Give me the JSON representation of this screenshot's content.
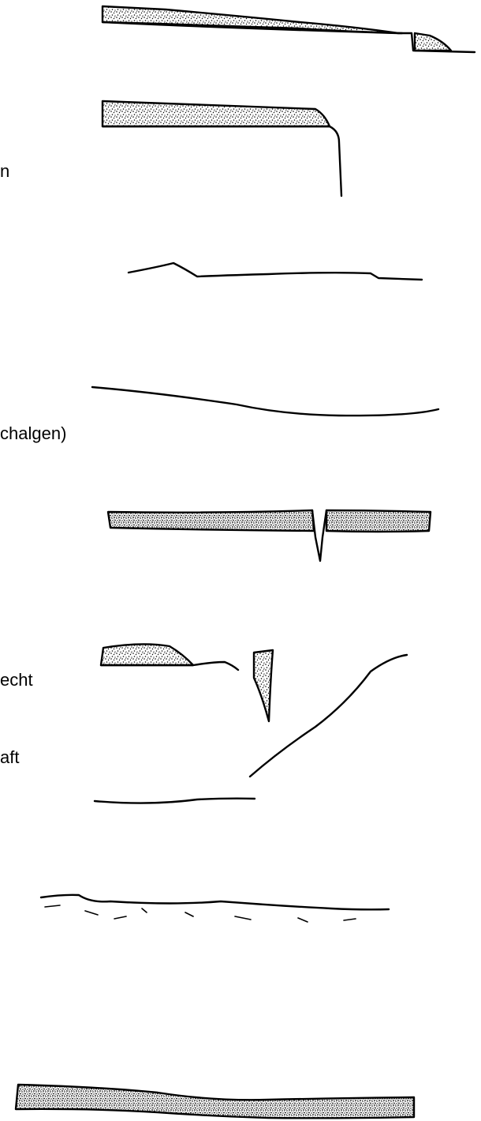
{
  "labels": {
    "row2": "n",
    "row4": "chalgen)",
    "row6a": "echt",
    "row6b": "aft"
  },
  "colors": {
    "ink": "#000000",
    "paper": "#ffffff"
  }
}
